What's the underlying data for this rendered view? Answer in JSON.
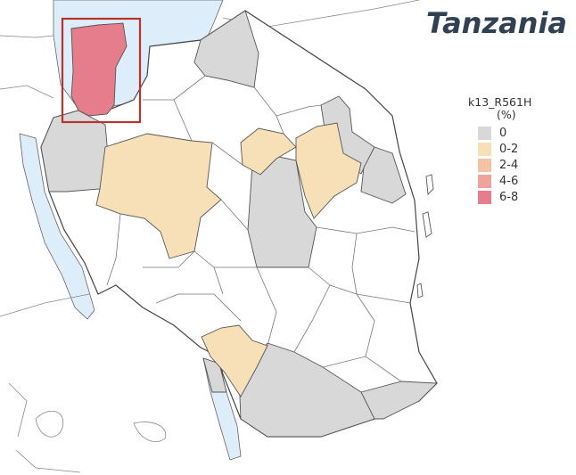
{
  "map": {
    "title": "Tanzania",
    "colors": {
      "water": "#deedfa",
      "land_no_data": "#ffffff",
      "border": "#555555",
      "highlight_box": "#b8332b"
    }
  },
  "legend": {
    "title": "k13_R561H",
    "unit": "(%)",
    "items": [
      {
        "label": "0",
        "color": "#d8d8d8"
      },
      {
        "label": "0-2",
        "color": "#f7dfb7"
      },
      {
        "label": "2-4",
        "color": "#f3c3a4"
      },
      {
        "label": "4-6",
        "color": "#eea49b"
      },
      {
        "label": "6-8",
        "color": "#e67d8c"
      }
    ]
  },
  "regions": [
    {
      "name": "",
      "category": "6-8",
      "highlighted": true
    },
    {
      "name": "",
      "category": "0-2"
    },
    {
      "name": "",
      "category": "0-2"
    },
    {
      "name": "",
      "category": "0-2"
    },
    {
      "name": "",
      "category": "0-2"
    },
    {
      "name": "",
      "category": "0"
    },
    {
      "name": "",
      "category": "0"
    },
    {
      "name": "",
      "category": "0"
    },
    {
      "name": "",
      "category": "0"
    },
    {
      "name": "",
      "category": "0"
    },
    {
      "name": "",
      "category": "0"
    },
    {
      "name": "",
      "category": "0"
    },
    {
      "name": "",
      "category": "0"
    }
  ]
}
